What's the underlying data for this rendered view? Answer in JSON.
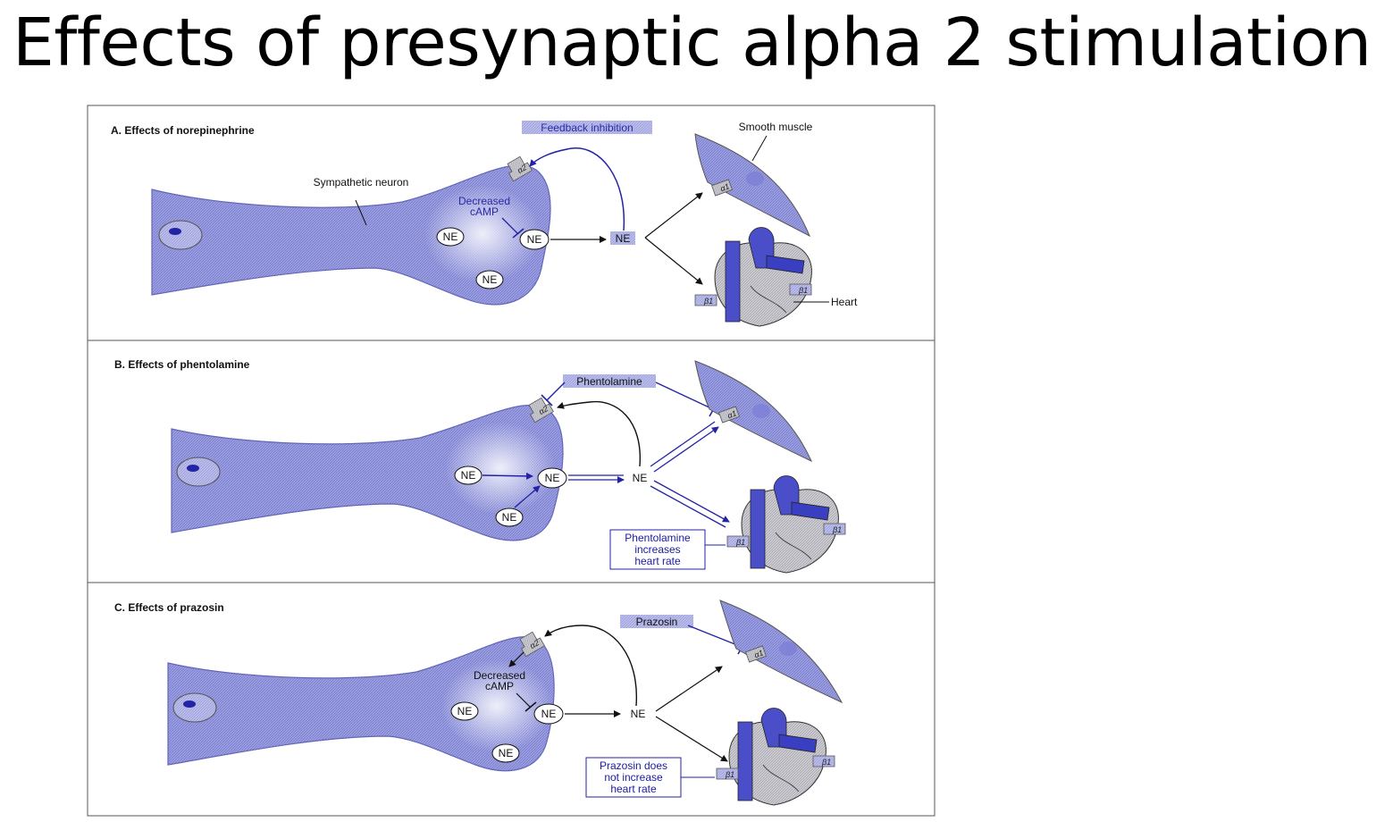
{
  "title": "Effects of presynaptic alpha 2 stimulation",
  "colors": {
    "neuron_fill": "#9a9ee0",
    "neuron_stroke": "#6266b8",
    "accent_blue": "#2323a6",
    "label_bg": "#b8bbe8"
  },
  "panels": [
    {
      "label": "A. Effects of norepinephrine",
      "drug_label": "Feedback inhibition",
      "neuron_label": "Sympathetic neuron",
      "camp_label_1": "Decreased",
      "camp_label_2": "cAMP",
      "ne": "NE",
      "smooth_muscle_label": "Smooth muscle",
      "heart_label": "Heart",
      "receptor_alpha2": "α2",
      "receptor_alpha1": "α1",
      "receptor_beta1": "β1"
    },
    {
      "label": "B. Effects of phentolamine",
      "drug_label": "Phentolamine",
      "ne": "NE",
      "box_text_1": "Phentolamine",
      "box_text_2": "increases",
      "box_text_3": "heart rate",
      "receptor_alpha2": "α2",
      "receptor_alpha1": "α1",
      "receptor_beta1": "β1"
    },
    {
      "label": "C. Effects of prazosin",
      "drug_label": "Prazosin",
      "camp_label_1": "Decreased",
      "camp_label_2": "cAMP",
      "ne": "NE",
      "box_text_1": "Prazosin does",
      "box_text_2": "not increase",
      "box_text_3": "heart rate",
      "receptor_alpha2": "α2",
      "receptor_alpha1": "α1",
      "receptor_beta1": "β1"
    }
  ]
}
